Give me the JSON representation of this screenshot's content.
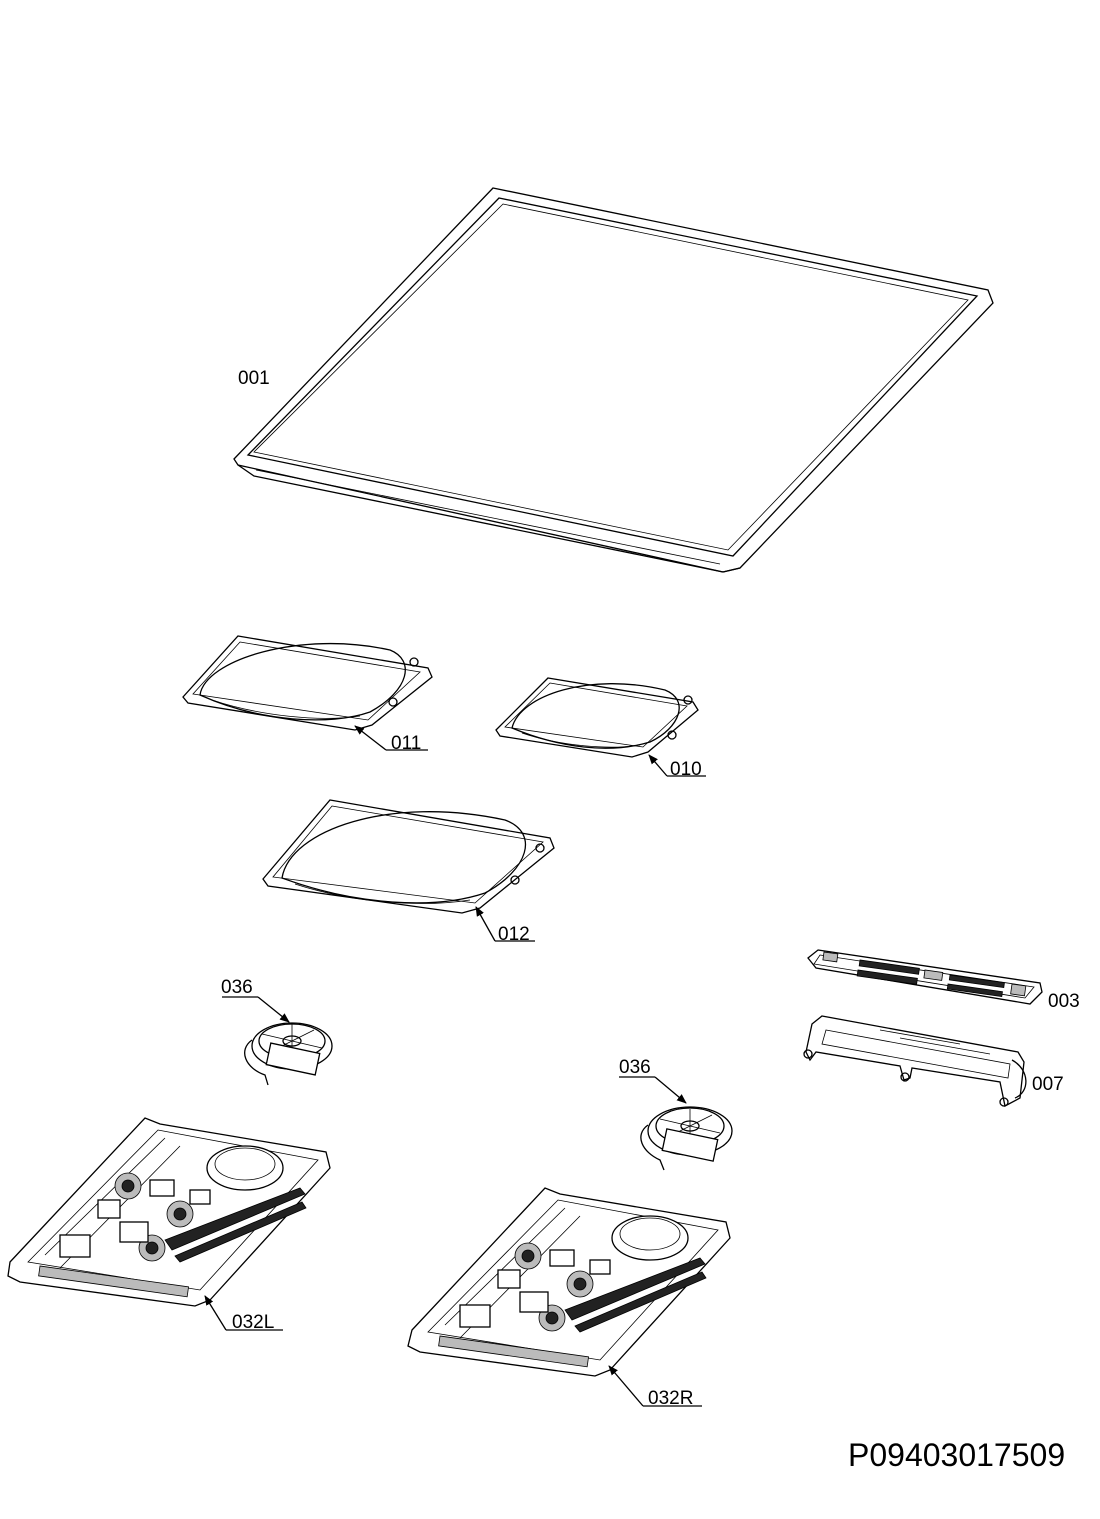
{
  "labels": {
    "p001": "001",
    "p011": "011",
    "p010": "010",
    "p012": "012",
    "p036_left": "036",
    "p036_right": "036",
    "p003": "003",
    "p007": "007",
    "p032L": "032L",
    "p032R": "032R"
  },
  "diagram_code": "P09403017509"
}
